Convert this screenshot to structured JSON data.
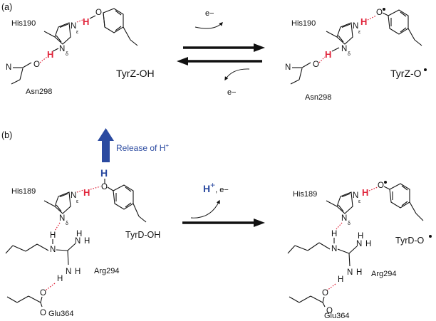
{
  "panel_a": {
    "label": "(a)",
    "left": {
      "histidine": "His190",
      "asparagine": "Asn298",
      "tyrosine": "TyrZ-OH"
    },
    "right": {
      "histidine": "His190",
      "asparagine": "Asn298",
      "tyrosine": "TyrZ-O"
    },
    "electron_top": "e−",
    "electron_bottom": "e−"
  },
  "panel_b": {
    "label": "(b)",
    "release_label": "Release of H",
    "release_sup": "+",
    "left": {
      "histidine": "His189",
      "arginine": "Arg294",
      "glutamate": "Glu364",
      "tyrosine": "TyrD-OH"
    },
    "right": {
      "histidine": "His189",
      "arginine": "Arg294",
      "glutamate": "Glu364",
      "tyrosine": "TyrD-O"
    },
    "proton_label": "H",
    "proton_sup": "+",
    "electron_label": ", e−"
  },
  "atoms": {
    "hydrogen": "H",
    "nitrogen": "N",
    "oxygen": "O",
    "epsilon": "ε",
    "delta": "δ"
  },
  "colors": {
    "hbond": "#e0243a",
    "proton": "#e0243a",
    "release_arrow": "#2b4aa0",
    "release_text": "#2b4aa0"
  }
}
